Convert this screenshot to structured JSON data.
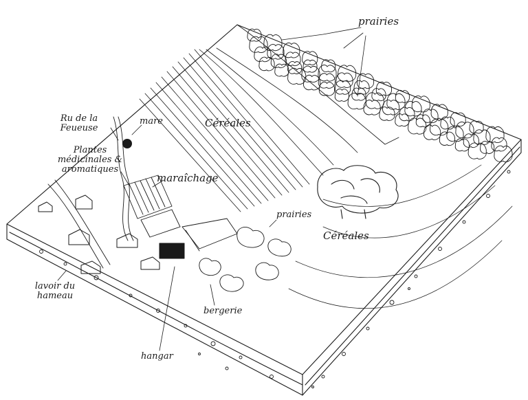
{
  "colors": {
    "ink": "#1a1a1a",
    "paper": "#ffffff"
  },
  "labels": {
    "prairies_top": "prairies",
    "cereales_top": "Céréales",
    "rue": "Ru de la Feueuse",
    "mare": "mare",
    "plantes": "Plantes médicinales & aromatiques",
    "maraichage": "maraîchage",
    "prairies_mid": "prairies",
    "cereales_right": "Céréales",
    "lavoir": "lavoir du hameau",
    "bergerie": "bergerie",
    "hangar": "hangar"
  }
}
